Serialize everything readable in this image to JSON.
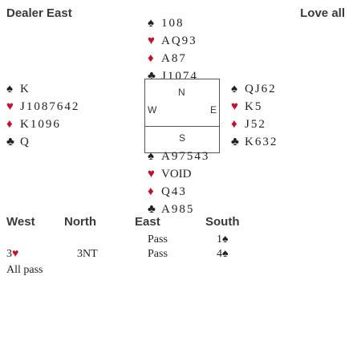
{
  "header": {
    "dealer": "Dealer East",
    "vulnerability": "Love all"
  },
  "hands": {
    "north": {
      "spades": "108",
      "hearts": "AQ93",
      "diamonds": "A87",
      "clubs": "J1074"
    },
    "west": {
      "spades": "K",
      "hearts": "J1087642",
      "diamonds": "K1096",
      "clubs": "Q"
    },
    "east": {
      "spades": "QJ62",
      "hearts": "K5",
      "diamonds": "J52",
      "clubs": "K632"
    },
    "south": {
      "spades": "A97543",
      "hearts": "void",
      "diamonds": "Q43",
      "clubs": "A985"
    }
  },
  "compass": {
    "n": "N",
    "w": "W",
    "e": "E",
    "s": "S"
  },
  "suit_symbols": {
    "spades": "♠",
    "hearts": "♥",
    "diamonds": "♦",
    "clubs": "♣"
  },
  "auction": {
    "headers": [
      "West",
      "North",
      "East",
      "South"
    ],
    "row1": {
      "east": "Pass",
      "south_level": "1",
      "south_suit": "♠"
    },
    "row2": {
      "west_level": "3",
      "west_suit": "♥",
      "north": "3NT",
      "east": "Pass",
      "south_level": "4",
      "south_suit": "♠"
    },
    "row3": {
      "west": "All pass"
    }
  },
  "colors": {
    "red_suit": "#c8102e",
    "black_suit": "#222222",
    "header": "#3a3a3a"
  }
}
